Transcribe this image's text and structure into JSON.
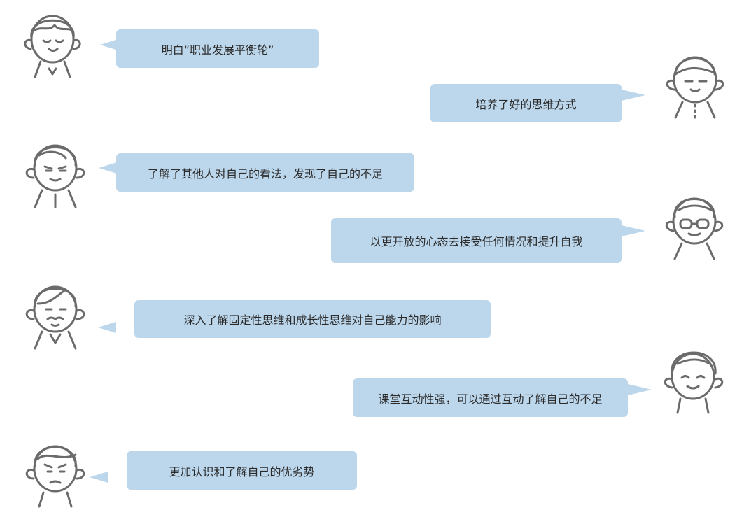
{
  "messages": [
    {
      "text": "明白“职业发展平衡轮”",
      "side": "left",
      "avatar": "boy-avatar-icon"
    },
    {
      "text": "培养了好的思维方式",
      "side": "right",
      "avatar": "girl-avatar-icon"
    },
    {
      "text": "了解了其他人对自己的看法，发现了自己的不足",
      "side": "left",
      "avatar": "young-man-avatar-icon"
    },
    {
      "text": "以更开放的心态去接受任何情况和提升自我",
      "side": "right",
      "avatar": "glasses-man-avatar-icon"
    },
    {
      "text": "深入了解固定性思维和成长性思维对自己能力的影响",
      "side": "left",
      "avatar": "mustache-man-avatar-icon"
    },
    {
      "text": "课堂互动性强，可以通过互动了解自己的不足",
      "side": "right",
      "avatar": "smiling-woman-avatar-icon"
    },
    {
      "text": "更加认识和了解自己的优劣势",
      "side": "left",
      "avatar": "frowning-boy-avatar-icon"
    }
  ],
  "colors": {
    "bubble": "#bcd7ec",
    "text": "#2b2b2b",
    "line": "#6b6b6b"
  }
}
